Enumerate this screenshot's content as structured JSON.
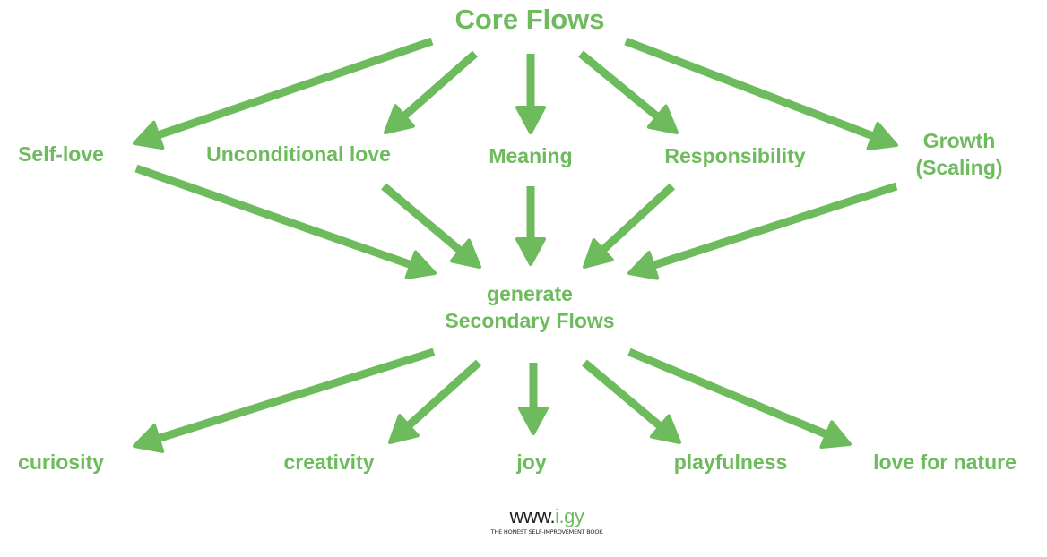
{
  "colors": {
    "accent": "#6dbb5c",
    "logo_dark": "#222222",
    "background": "#ffffff"
  },
  "title": "Core Flows",
  "core_flows": [
    "Self-love",
    "Unconditional love",
    "Meaning",
    "Responsibility",
    "Growth\n(Scaling)"
  ],
  "center": {
    "line1": "generate",
    "line2": "Secondary Flows"
  },
  "secondary_flows": [
    "curiosity",
    "creativity",
    "joy",
    "playfulness",
    "love for nature"
  ],
  "logo": {
    "www": "www.",
    "domain": "i.gy",
    "tagline": "THE HONEST SELF-IMPROVEMENT BOOK"
  },
  "edges": [
    {
      "from": "Core Flows",
      "to": "Self-love"
    },
    {
      "from": "Core Flows",
      "to": "Unconditional love"
    },
    {
      "from": "Core Flows",
      "to": "Meaning"
    },
    {
      "from": "Core Flows",
      "to": "Responsibility"
    },
    {
      "from": "Core Flows",
      "to": "Growth (Scaling)"
    },
    {
      "from": "Self-love",
      "to": "Secondary Flows"
    },
    {
      "from": "Unconditional love",
      "to": "Secondary Flows"
    },
    {
      "from": "Meaning",
      "to": "Secondary Flows"
    },
    {
      "from": "Responsibility",
      "to": "Secondary Flows"
    },
    {
      "from": "Growth (Scaling)",
      "to": "Secondary Flows"
    },
    {
      "from": "Secondary Flows",
      "to": "curiosity"
    },
    {
      "from": "Secondary Flows",
      "to": "creativity"
    },
    {
      "from": "Secondary Flows",
      "to": "joy"
    },
    {
      "from": "Secondary Flows",
      "to": "playfulness"
    },
    {
      "from": "Secondary Flows",
      "to": "love for nature"
    }
  ]
}
